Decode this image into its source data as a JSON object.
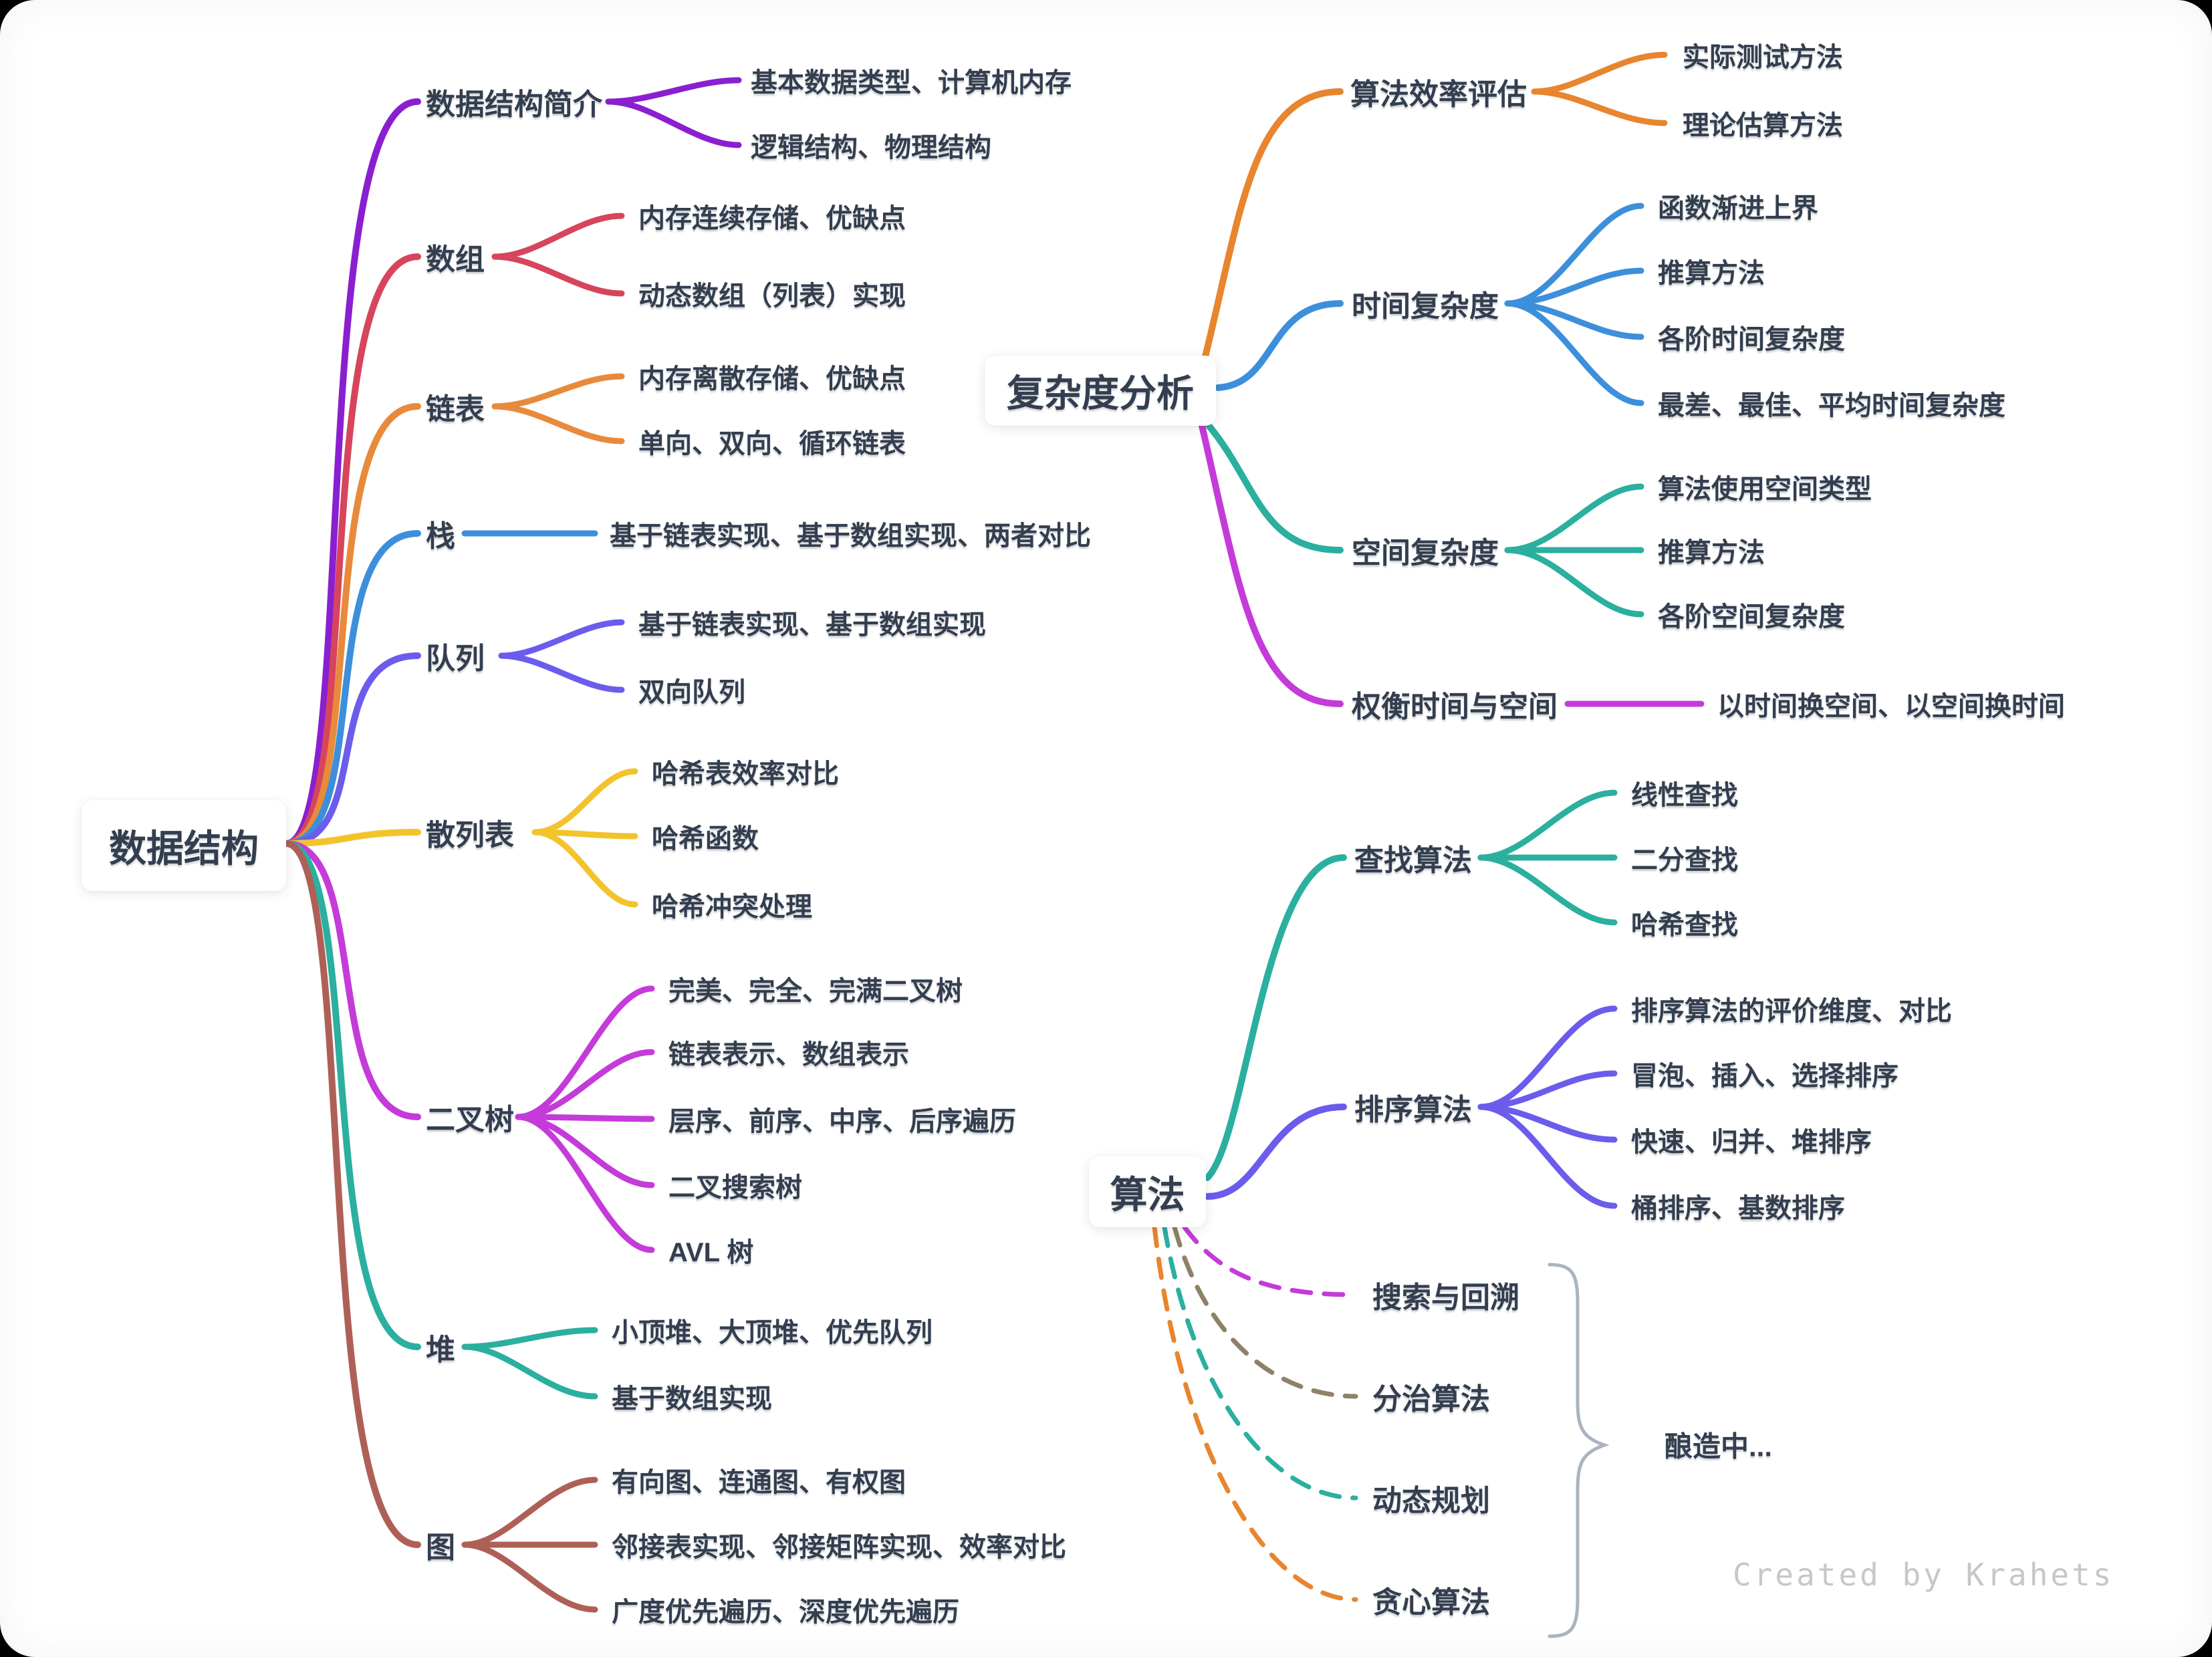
{
  "canvas": {
    "background": "#FFFFFF",
    "outer_background": "#000000",
    "text_color": "#333E4F",
    "brace_color": "#A9B4BF",
    "watermark": "Created by Krahets",
    "brewing_note": "酿造中..."
  },
  "trees": [
    {
      "label": "数据结构",
      "branches": [
        {
          "label": "数据结构简介",
          "color": "#8A1FD0",
          "style": "solid",
          "leaves": [
            "基本数据类型、计算机内存",
            "逻辑结构、物理结构"
          ]
        },
        {
          "label": "数组",
          "color": "#D6455C",
          "style": "solid",
          "leaves": [
            "内存连续存储、优缺点",
            "动态数组（列表）实现"
          ]
        },
        {
          "label": "链表",
          "color": "#E88A3C",
          "style": "solid",
          "leaves": [
            "内存离散存储、优缺点",
            "单向、双向、循环链表"
          ]
        },
        {
          "label": "栈",
          "color": "#3D8FDC",
          "style": "solid",
          "leaves": [
            "基于链表实现、基于数组实现、两者对比"
          ]
        },
        {
          "label": "队列",
          "color": "#6B5CEC",
          "style": "solid",
          "leaves": [
            "基于链表实现、基于数组实现",
            "双向队列"
          ]
        },
        {
          "label": "散列表",
          "color": "#F3C32C",
          "style": "solid",
          "leaves": [
            "哈希表效率对比",
            "哈希函数",
            "哈希冲突处理"
          ]
        },
        {
          "label": "二叉树",
          "color": "#C43BD9",
          "style": "solid",
          "leaves": [
            "完美、完全、完满二叉树",
            "链表表示、数组表示",
            "层序、前序、中序、后序遍历",
            "二叉搜索树",
            "AVL 树"
          ]
        },
        {
          "label": "堆",
          "color": "#2BAF9F",
          "style": "solid",
          "leaves": [
            "小顶堆、大顶堆、优先队列",
            "基于数组实现"
          ]
        },
        {
          "label": "图",
          "color": "#AE6057",
          "style": "solid",
          "leaves": [
            "有向图、连通图、有权图",
            "邻接表实现、邻接矩阵实现、效率对比",
            "广度优先遍历、深度优先遍历"
          ]
        }
      ]
    },
    {
      "label": "复杂度分析",
      "branches": [
        {
          "label": "算法效率评估",
          "color": "#E8852E",
          "style": "solid",
          "leaves": [
            "实际测试方法",
            "理论估算方法"
          ]
        },
        {
          "label": "时间复杂度",
          "color": "#3D8FDC",
          "style": "solid",
          "leaves": [
            "函数渐进上界",
            "推算方法",
            "各阶时间复杂度",
            "最差、最佳、平均时间复杂度"
          ]
        },
        {
          "label": "空间复杂度",
          "color": "#2BAF9F",
          "style": "solid",
          "leaves": [
            "算法使用空间类型",
            "推算方法",
            "各阶空间复杂度"
          ]
        },
        {
          "label": "权衡时间与空间",
          "color": "#C43BD9",
          "style": "solid",
          "leaves": [
            "以时间换空间、以空间换时间"
          ]
        }
      ]
    },
    {
      "label": "算法",
      "branches": [
        {
          "label": "查找算法",
          "color": "#2BAF9F",
          "style": "solid",
          "leaves": [
            "线性查找",
            "二分查找",
            "哈希查找"
          ]
        },
        {
          "label": "排序算法",
          "color": "#6B5CEC",
          "style": "solid",
          "leaves": [
            "排序算法的评价维度、对比",
            "冒泡、插入、选择排序",
            "快速、归并、堆排序",
            "桶排序、基数排序"
          ]
        },
        {
          "label": "搜索与回溯",
          "color": "#C43BD9",
          "style": "dashed",
          "leaves": []
        },
        {
          "label": "分治算法",
          "color": "#8E8266",
          "style": "dashed",
          "leaves": []
        },
        {
          "label": "动态规划",
          "color": "#2BAF9F",
          "style": "dashed",
          "leaves": []
        },
        {
          "label": "贪心算法",
          "color": "#E8852E",
          "style": "dashed",
          "leaves": []
        }
      ]
    }
  ]
}
